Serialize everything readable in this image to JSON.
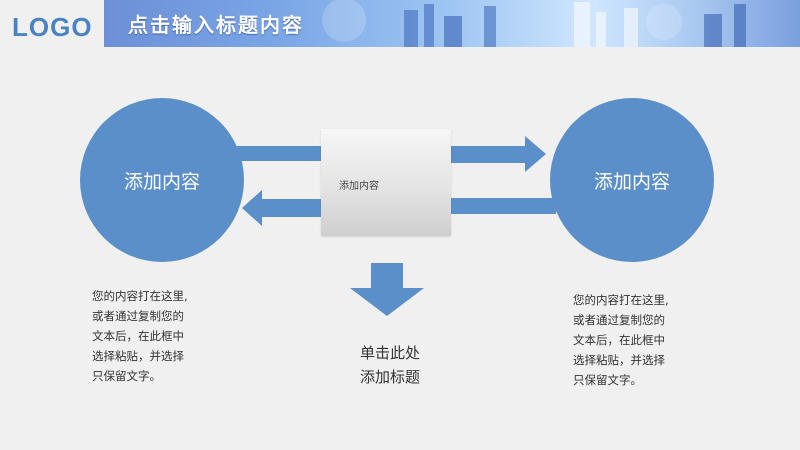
{
  "header": {
    "logo": "LOGO",
    "title": "点击输入标题内容"
  },
  "diagram": {
    "left_circle": "添加内容",
    "right_circle": "添加内容",
    "center_box": "添加内容",
    "left_desc": [
      "您的内容打在这里,",
      "或者通过复制您的",
      "文本后，在此框中",
      "选择粘贴，并选择",
      "只保留文字。"
    ],
    "right_desc": [
      "您的内容打在这里,",
      "或者通过复制您的",
      "文本后，在此框中",
      "选择粘贴，并选择",
      "只保留文字。"
    ],
    "cta": [
      "单击此处",
      "添加标题"
    ]
  },
  "colors": {
    "accent": "#5b8fc9",
    "logo": "#4a83c5",
    "background": "#f0f0f0"
  }
}
